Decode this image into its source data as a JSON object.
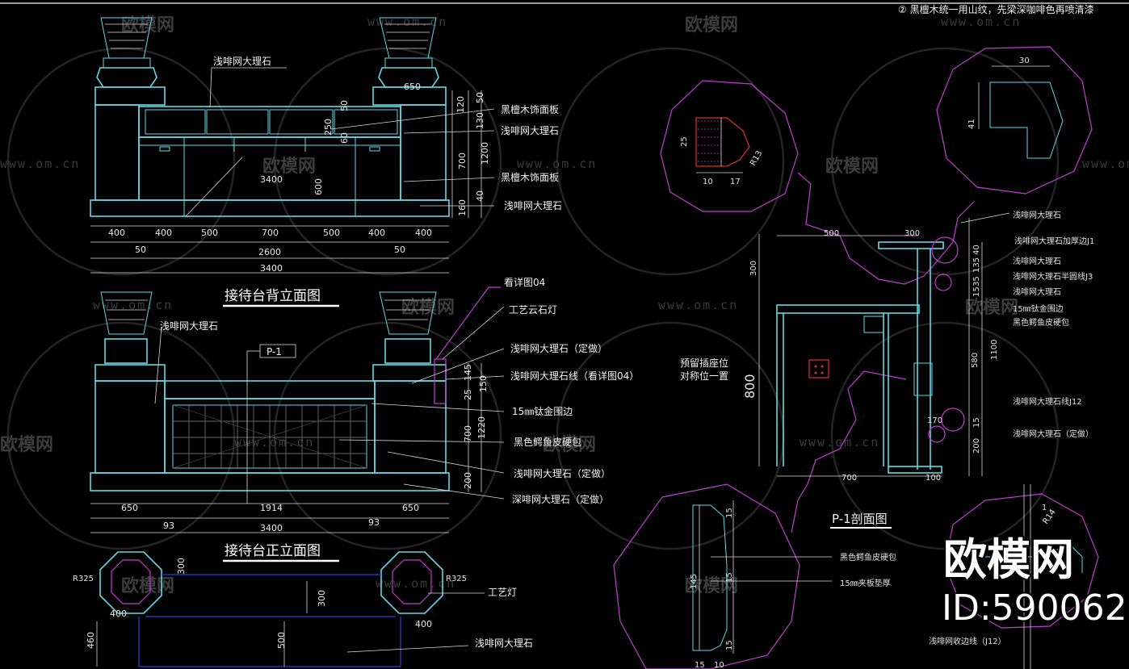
{
  "top_note": "② 黑檀木统一用山纹，先梁深咖啡色再喷清漆",
  "watermark": {
    "brand": "欧模网",
    "url": "www.om.cn"
  },
  "brand_overlay": {
    "name": "欧模网",
    "id_text": "ID:590062"
  },
  "back_elevation": {
    "title": "接待台背立面图",
    "labels": [
      "浅啡网大理石",
      "黑檀木饰面板",
      "浅啡网大理石",
      "黑檀木饰面板",
      "浅啡网大理石"
    ],
    "top_dim": "650",
    "center_dim": "3400",
    "right_dims": [
      "120",
      "50",
      "130",
      "50",
      "250",
      "60",
      "1200",
      "700",
      "600",
      "40",
      "160"
    ],
    "bottom_row": [
      "400",
      "400",
      "500",
      "700",
      "500",
      "400",
      "400"
    ],
    "offsets": [
      "50",
      "50"
    ],
    "total_inner": "2600",
    "total": "3400"
  },
  "front_elevation": {
    "title": "接待台正立面图",
    "tag": "P-1",
    "left_label": "浅啡网大理石",
    "labels": [
      "看详图04",
      "工艺云石灯",
      "浅啡网大理石（定做）",
      "浅啡网大理石线（看详图04）",
      "15㎜钛金围边",
      "黑色鳄鱼皮硬包",
      "浅啡网大理石（定做）",
      "深啡网大理石（定做）"
    ],
    "right_dims": [
      "145",
      "150",
      "25",
      "700",
      "1220",
      "200"
    ],
    "bottom_row": [
      "650",
      "1914",
      "650"
    ],
    "offsets": [
      "93",
      "93"
    ],
    "total": "3400"
  },
  "plan": {
    "labels": [
      "工艺灯",
      "浅啡网大理石"
    ],
    "dims": [
      "300",
      "300",
      "400",
      "400",
      "460",
      "500"
    ],
    "radius_left": "R325",
    "radius_right": "R325"
  },
  "detail_a": {
    "dims": [
      "25",
      "10",
      "17",
      "R13"
    ]
  },
  "detail_b": {
    "dims": [
      "30",
      "41"
    ]
  },
  "section": {
    "title": "P-1剖面图",
    "note": [
      "预留插座位",
      "对称位一置"
    ],
    "dims": [
      "500",
      "300",
      "300",
      "800",
      "700",
      "100",
      "1100",
      "580",
      "40",
      "135",
      "35",
      "15",
      "170",
      "200",
      "15"
    ],
    "labels": [
      "浅啡网大理石",
      "浅啡网大理石加厚边J1",
      "浅啡网大理石",
      "浅啡网大理石半圆线J3",
      "浅啡网大理石",
      "15㎜钛金围边",
      "黑色鳄鱼皮硬包",
      "浅啡网大理石线J12",
      "浅啡网大理石（定做）"
    ]
  },
  "detail_c": {
    "labels": [
      "黑色鳄鱼皮硬包",
      "15㎜夹板垫厚",
      "浅啡网收边线（J12）"
    ],
    "dims": [
      "15",
      "145",
      "15",
      "15",
      "15",
      "10"
    ]
  },
  "detail_d": {
    "dims": [
      "R14",
      "1"
    ]
  },
  "colors": {
    "background": "#000000",
    "cyan": "#5fd9e6",
    "magenta": "#c43ad2",
    "red": "#e0302a",
    "blue": "#3a3ad8",
    "white": "#e8e8e8"
  }
}
